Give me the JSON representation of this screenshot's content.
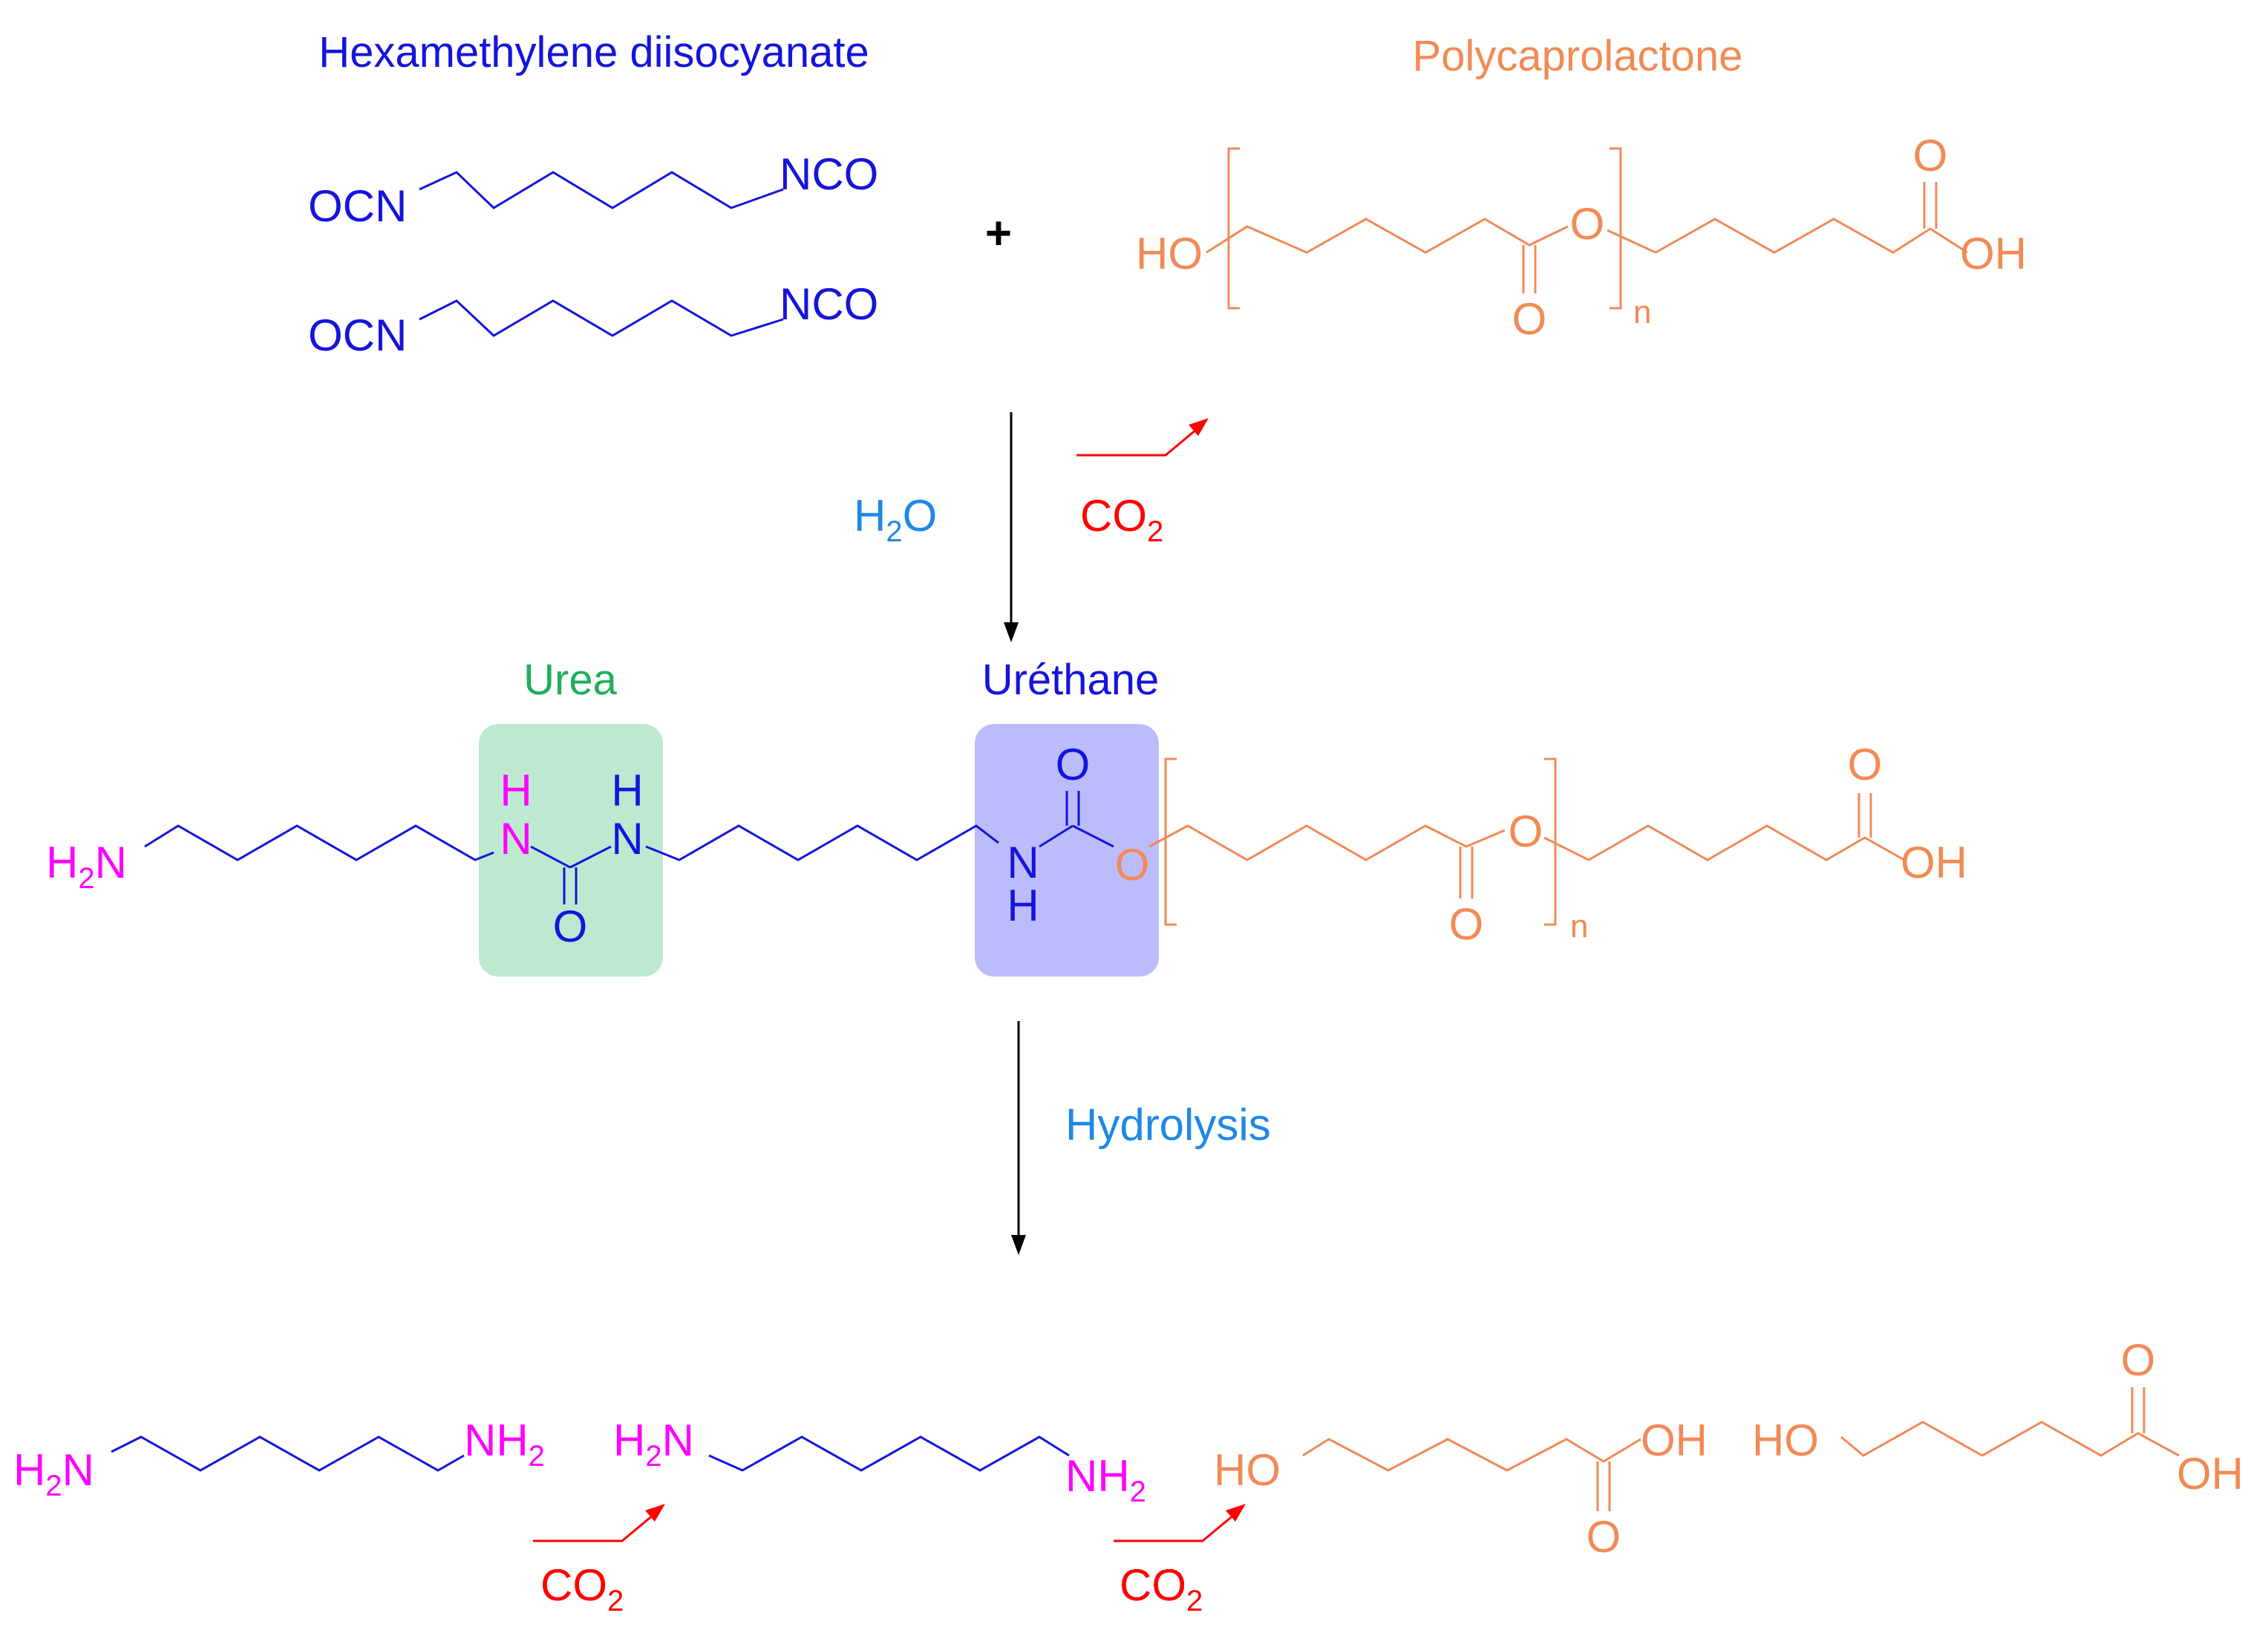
{
  "titles": {
    "hdi": "Hexamethylene diisocyanate",
    "pcl": "Polycaprolactone",
    "urea": "Urea",
    "urethane": "Uréthane"
  },
  "reagents": {
    "plus": "+",
    "water_main": "H",
    "water_sub": "2",
    "water_tail": "O",
    "hydrolysis": "Hydrolysis",
    "co2_main": "CO",
    "co2_sub": "2"
  },
  "atoms": {
    "OCN": "OCN",
    "NCO": "NCO",
    "HO": "HO",
    "OH": "OH",
    "O": "O",
    "N": "N",
    "H": "H",
    "n": "n",
    "H2N_main": "H",
    "H2N_sub": "2",
    "H2N_tail": "N",
    "NH2_main": "NH",
    "NH2_sub": "2"
  },
  "colors": {
    "hdi": "#1414dc",
    "pcl": "#f28a55",
    "amine": "#ff00ff",
    "water": "#1e88e5",
    "urea_box": "#bce9d0",
    "urethane_box": "#bcbcfc",
    "co2": "#ff0000"
  }
}
